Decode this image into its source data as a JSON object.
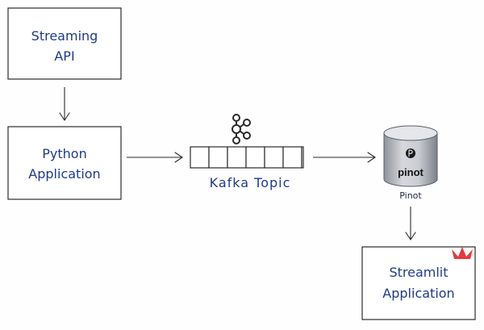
{
  "nodes": {
    "streaming_api": {
      "line1": "Streaming",
      "line2": "API"
    },
    "python_app": {
      "line1": "Python",
      "line2": "Application"
    },
    "kafka": {
      "label": "Kafka Topic"
    },
    "pinot": {
      "logo_text": "pinot",
      "caption": "Pinot"
    },
    "streamlit": {
      "line1": "Streamlit",
      "line2": "Application"
    }
  },
  "colors": {
    "text": "#1f3a8a",
    "stroke": "#2b2b2b",
    "kafka_queue_cells": 7,
    "pinot_cylinder": "#b8bcc6",
    "streamlit_crown": "#e8373d"
  },
  "icons": {
    "kafka": "kafka-logo-icon",
    "pinot": "pinot-logo-icon",
    "streamlit": "streamlit-crown-icon"
  }
}
